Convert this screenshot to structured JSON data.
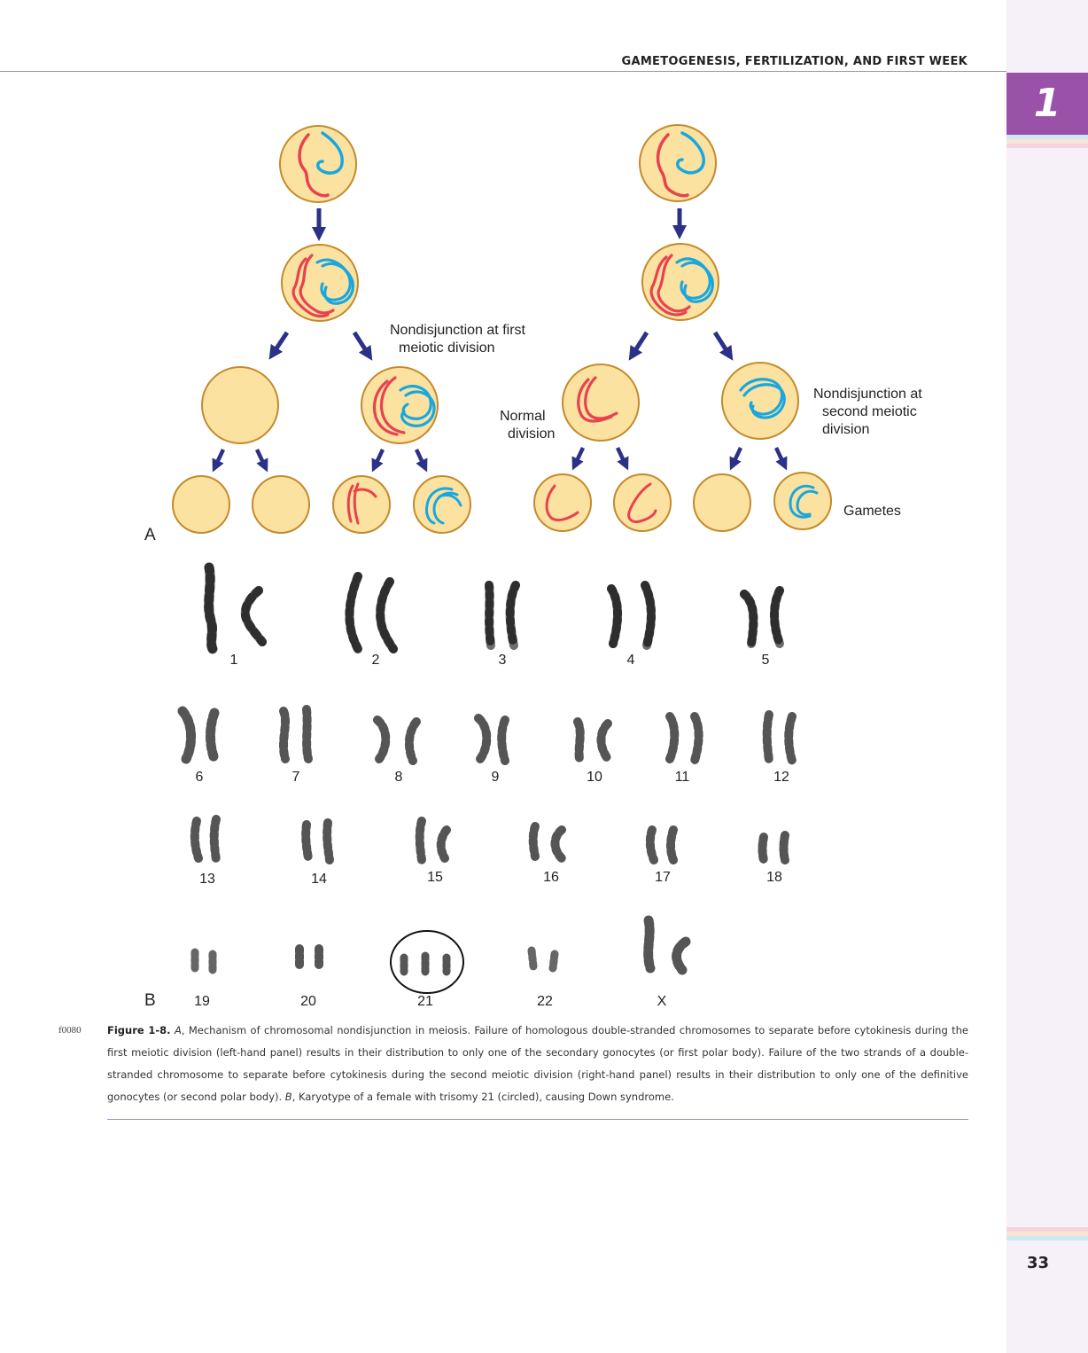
{
  "header": {
    "running_head": "GAMETOGENESIS, FERTILIZATION, AND FIRST WEEK"
  },
  "chapter_tab": {
    "number": "1"
  },
  "panel_a": {
    "panel_letter": "A",
    "labels": {
      "first_nondisjunction": [
        "Nondisjunction at first",
        "meiotic division"
      ],
      "normal_division": [
        "Normal",
        "division"
      ],
      "second_nondisjunction": [
        "Nondisjunction at",
        "second meiotic",
        "division"
      ],
      "gametes": "Gametes"
    },
    "colors": {
      "cell_fill": "#fbe2a0",
      "cell_border": "#c48a2c",
      "maternal": "#e8424f",
      "paternal": "#1aa7de",
      "arrow": "#2b3187"
    }
  },
  "panel_b": {
    "panel_letter": "B",
    "karyotype_labels": [
      "1",
      "2",
      "3",
      "4",
      "5",
      "6",
      "7",
      "8",
      "9",
      "10",
      "11",
      "12",
      "13",
      "14",
      "15",
      "16",
      "17",
      "18",
      "19",
      "20",
      "21",
      "22",
      "X"
    ],
    "circled": "21"
  },
  "caption": {
    "fig_id": "f0080",
    "label": "Figure 1-8.",
    "a_marker": "A",
    "text_a": ", Mechanism of chromosomal nondisjunction in meiosis. Failure of homologous double-stranded chromosomes to separate before cytokinesis during the first meiotic division (left-hand panel) results in their distribution to only one of the secondary gonocytes (or first polar body). Failure of the two strands of a double-stranded chromosome to separate before cytokinesis during the second meiotic division (right-hand panel) results in their distribution to only one of the definitive gonocytes (or second polar body). ",
    "b_marker": "B",
    "text_b": ", Karyotype of a female with trisomy 21 (circled), causing Down syndrome."
  },
  "page_number": "33"
}
